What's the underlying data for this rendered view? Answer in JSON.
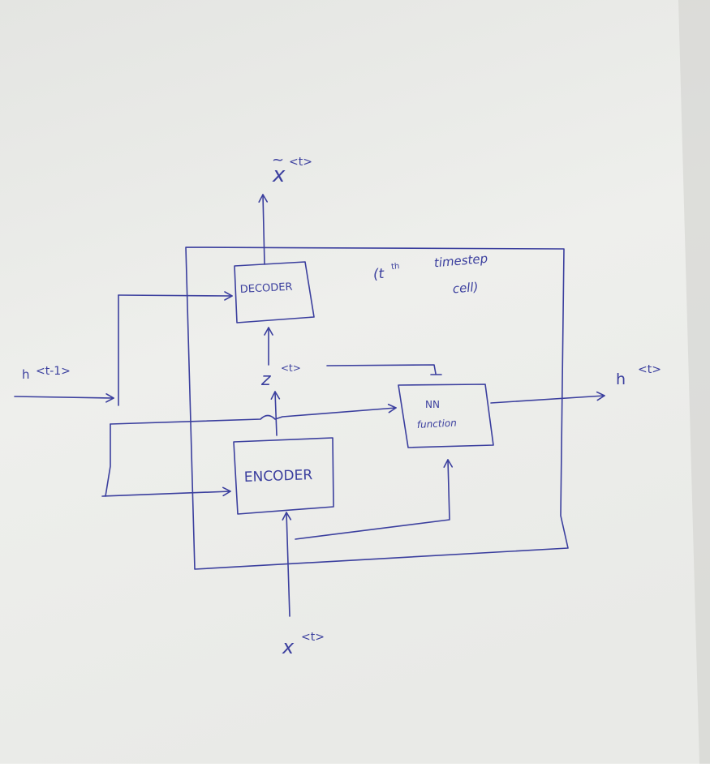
{
  "diagram": {
    "ink_color": "#3b3f9e",
    "paper_colors": {
      "top": "#e4e5e2",
      "middle": "#eeefec",
      "bottom": "#e9eae7",
      "shadow": "#cfd0cc"
    },
    "cell_caption": {
      "line1": "(t",
      "sup": "th",
      "line1_rest": "timestep",
      "line2": "cell)"
    },
    "blocks": {
      "decoder": "DECODER",
      "encoder": "ENCODER",
      "nn_function": {
        "line1": "NN",
        "line2": "function"
      }
    },
    "signals": {
      "x_tilde": {
        "base": "x",
        "accent": "~",
        "sup": "<t>"
      },
      "z": {
        "base": "z",
        "sup": "<t>"
      },
      "h_prev": {
        "base": "h",
        "sup": "<t-1>"
      },
      "h_out": {
        "base": "h",
        "sup": "<t>"
      },
      "x_in": {
        "base": "x",
        "sup": "<t>"
      }
    }
  }
}
